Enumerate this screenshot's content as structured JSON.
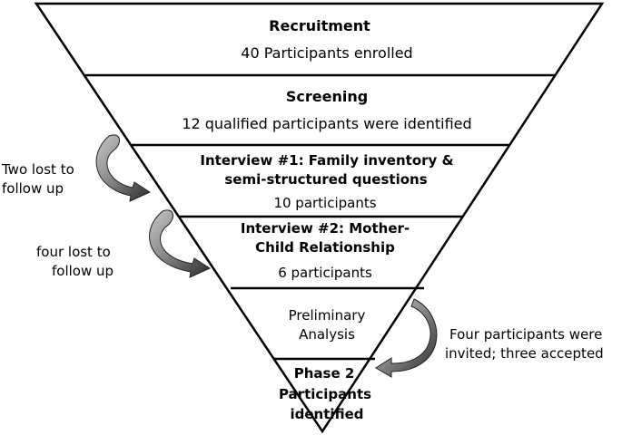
{
  "funnel": {
    "stages": [
      {
        "title": "Recruitment",
        "detail": "40 Participants enrolled"
      },
      {
        "title": "Screening",
        "detail": "12 qualified participants were identified"
      },
      {
        "title_line1": "Interview #1: Family inventory &",
        "title_line2": "semi-structured questions",
        "detail": "10 participants"
      },
      {
        "title_line1": "Interview #2: Mother-",
        "title_line2": "Child Relationship",
        "detail": "6 participants"
      },
      {
        "line1": "Preliminary",
        "line2": "Analysis"
      },
      {
        "line1": "Phase 2",
        "line2": "Participants",
        "line3": "identified"
      }
    ]
  },
  "annotations": {
    "left_top": {
      "line1": "Two lost to",
      "line2": "follow up"
    },
    "left_bottom": {
      "line1": "four lost to",
      "line2": "follow up"
    },
    "right": {
      "line1": "Four participants were",
      "line2": "invited; three accepted"
    }
  }
}
